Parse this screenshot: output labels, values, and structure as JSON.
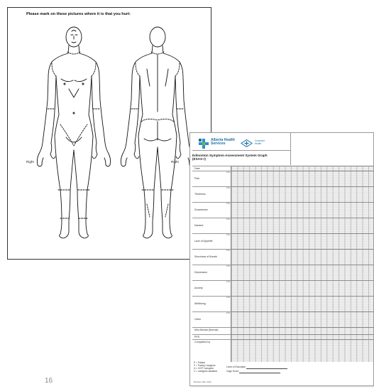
{
  "body_map": {
    "title": "Please mark on these pictures where it is that you hurt:",
    "left_label": "Right",
    "right_label": "Right"
  },
  "esas": {
    "org1": "Alberta Health Services",
    "org1_line1": "Alberta Health",
    "org1_line2": "Services",
    "org2_line1": "Covenant",
    "org2_line2": "Health",
    "title_line1": "Edmonton Symptom Assessment System Graph",
    "title_line2": "(ESAS-r)",
    "rows": [
      {
        "label": "Date"
      },
      {
        "label": "Pain"
      },
      {
        "label": "Tiredness"
      },
      {
        "label": "Drowsiness"
      },
      {
        "label": "Nausea"
      },
      {
        "label": "Lack of Appetite"
      },
      {
        "label": "Shortness of Breath"
      },
      {
        "label": "Depression"
      },
      {
        "label": "Anxiety"
      },
      {
        "label": "Wellbeing"
      },
      {
        "label": "Other"
      },
      {
        "label": "Mini-Mental (Normal)"
      },
      {
        "label": "PPS"
      },
      {
        "label": "Completed by"
      }
    ],
    "scale_ticks": "0 10",
    "completed_by_codes": [
      "P = Patient",
      "F = Family Caregiver",
      "H = HCP Caregiver",
      "C = caregiver-assisted"
    ],
    "education_label": "Level of Education",
    "cage_label": "Cage Score",
    "revision": "Revision date: 2013"
  },
  "slide_number": "16"
}
